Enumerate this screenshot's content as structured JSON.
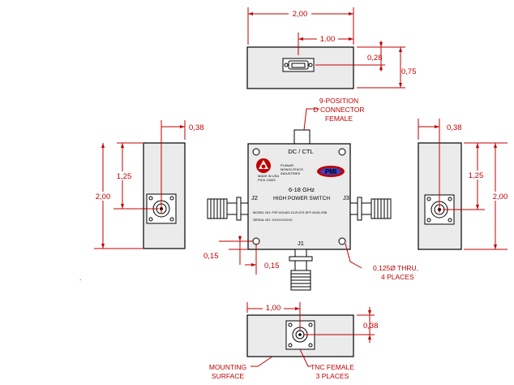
{
  "dimensions": {
    "top_width": "2,00",
    "top_offset": "1.00",
    "top_pin": "0,28",
    "top_height": "0,75",
    "left_offset": "0,38",
    "left_center": "1,25",
    "left_height": "2,00",
    "right_offset": "0,38",
    "right_center": "1,25",
    "right_height": "2,00",
    "hole_x": "0,15",
    "hole_y": "0,15",
    "bottom_offset": "1,00",
    "bottom_depth": "0,38"
  },
  "callouts": {
    "dconnector": [
      "9-POSITION",
      "D CONNECTOR",
      "FEMALE"
    ],
    "holes": [
      "0,125Ø THRU,",
      "4 PLACES"
    ],
    "mounting": [
      "MOUNTING",
      "SURFACE"
    ],
    "tnc": [
      "TNC FEMALE",
      "3 PLACES"
    ]
  },
  "device": {
    "dc_label": "DC / CTL",
    "company": [
      "PLANAR",
      "MONOLITHICS",
      "INDUSTRIES"
    ],
    "made_in": [
      "MADE IN USA",
      "PICK 13325"
    ],
    "logo_text": "PMI",
    "freq": "6-18 GHz",
    "function": "HIGH POWER SWITCH",
    "model": "MODEL NO: P2P-6G18G-10-R-570-SFF-6018-2SB",
    "serial": "SERIAL NO: XXXXX/XXXX",
    "ports": {
      "j1": "J1",
      "j2": "J2",
      "j3": "J3"
    }
  },
  "stray_mark": "."
}
